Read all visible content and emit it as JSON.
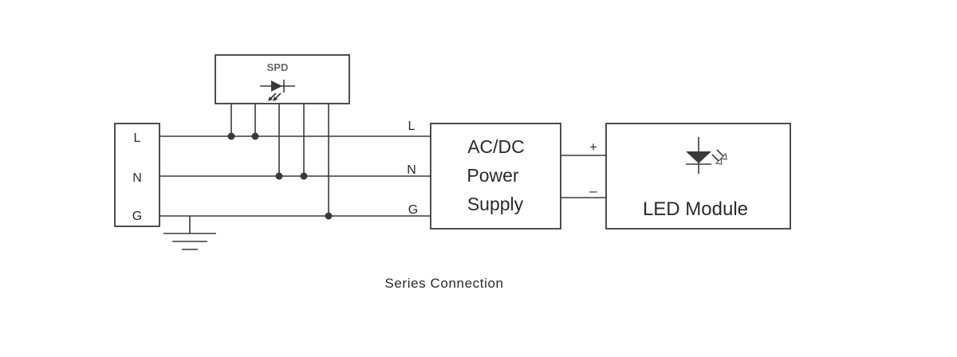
{
  "spd": {
    "label": "SPD"
  },
  "input_terminal": {
    "l": "L",
    "n": "N",
    "g": "G"
  },
  "psu_inputs": {
    "l": "L",
    "n": "N",
    "g": "G"
  },
  "psu": {
    "line1": "AC/DC",
    "line2": "Power",
    "line3": "Supply"
  },
  "psu_outputs": {
    "plus": "+",
    "minus": "–"
  },
  "led_module": {
    "label": "LED Module"
  },
  "caption": "Series Connection",
  "colors": {
    "line": "#3a3a3a",
    "text": "#2a2a2a",
    "spd_text": "#666666"
  }
}
